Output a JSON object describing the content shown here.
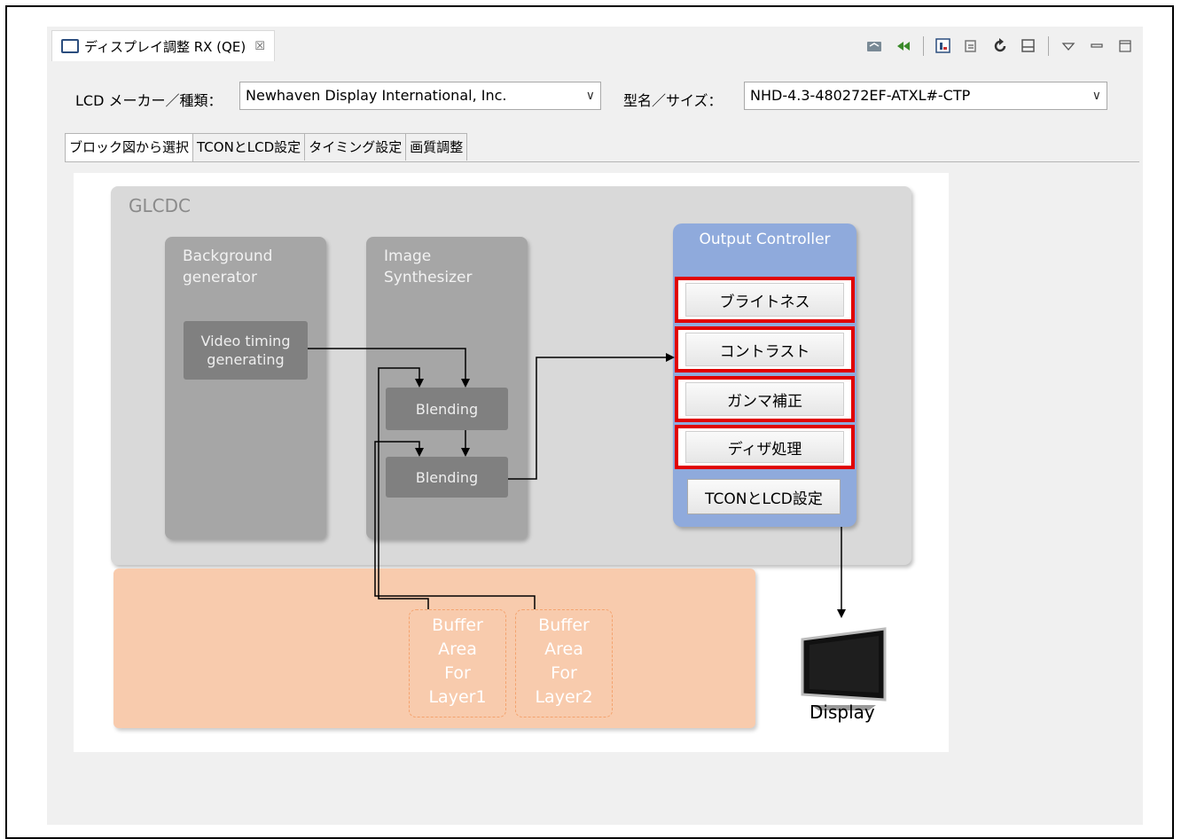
{
  "view_tab": {
    "title": "ディスプレイ調整 RX (QE)",
    "close": "☒"
  },
  "toolbar": {
    "icons": [
      "sync-icon",
      "rewind-icon",
      "export-icon",
      "import-icon",
      "refresh-icon",
      "layout-icon",
      "view-menu-icon",
      "minimize-icon",
      "maximize-icon"
    ]
  },
  "lcd": {
    "maker_label": "LCD メーカー／種類：",
    "maker_value": "Newhaven Display International, Inc.",
    "model_label": "型名／サイズ：",
    "model_value": "NHD-4.3-480272EF-ATXL#-CTP"
  },
  "tabs": [
    "ブロック図から選択",
    "TCONとLCD設定",
    "タイミング設定",
    "画質調整"
  ],
  "diagram": {
    "glcdc": "GLCDC",
    "bg_gen_line1": "Background",
    "bg_gen_line2": "generator",
    "video_line1": "Video timing",
    "video_line2": "generating",
    "img_syn_line1": "Image",
    "img_syn_line2": "Synthesizer",
    "blending1": "Blending",
    "blending2": "Blending",
    "output_controller": "Output Controller",
    "oc_buttons": [
      "ブライトネス",
      "コントラスト",
      "ガンマ補正",
      "ディザ処理"
    ],
    "tcon_button": "TCONとLCD設定",
    "buffer1": [
      "Buffer",
      "Area",
      "For",
      "Layer1"
    ],
    "buffer2": [
      "Buffer",
      "Area",
      "For",
      "Layer2"
    ],
    "display": "Display"
  }
}
